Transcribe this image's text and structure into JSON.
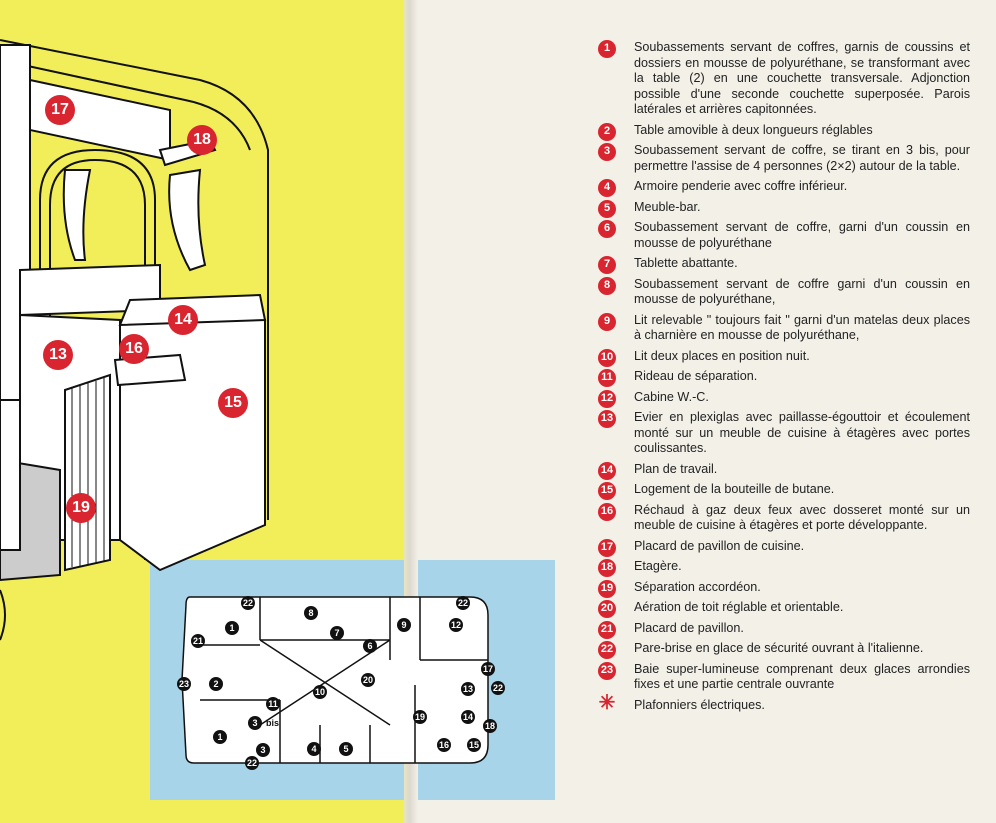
{
  "callouts": [
    {
      "n": "17"
    },
    {
      "n": "18"
    },
    {
      "n": "13"
    },
    {
      "n": "16"
    },
    {
      "n": "14"
    },
    {
      "n": "15"
    },
    {
      "n": "19"
    }
  ],
  "plan_labels": {
    "bis": "bis",
    "nums": [
      "22",
      "8",
      "7",
      "6",
      "9",
      "12",
      "22",
      "21",
      "1",
      "2",
      "10",
      "20",
      "17",
      "23",
      "13",
      "22",
      "3",
      "11",
      "19",
      "14",
      "1",
      "3",
      "4",
      "5",
      "16",
      "15",
      "18",
      "22"
    ]
  },
  "legend": [
    {
      "num": "1",
      "text": "Soubassements servant de coffres, garnis de coussins et dossiers en mousse de polyuréthane, se transformant avec la table (2) en une couchette transversale. Adjonction possible d'une seconde couchette superposée. Parois latérales et arrières capitonnées."
    },
    {
      "num": "2",
      "text": "Table amovible à deux longueurs réglables"
    },
    {
      "num": "3",
      "text": "Soubassement servant de coffre, se tirant en 3 bis, pour permettre l'assise de 4 personnes (2×2) autour de la table."
    },
    {
      "num": "4",
      "text": "Armoire penderie avec coffre inférieur."
    },
    {
      "num": "5",
      "text": "Meuble-bar."
    },
    {
      "num": "6",
      "text": "Soubassement servant de coffre, garni d'un coussin en mousse de polyuréthane"
    },
    {
      "num": "7",
      "text": "Tablette abattante."
    },
    {
      "num": "8",
      "text": "Soubassement servant de coffre garni d'un coussin en mousse de polyuréthane,"
    },
    {
      "num": "9",
      "text": "Lit relevable \" toujours fait \" garni d'un matelas deux places à charnière en mousse de polyuréthane,"
    },
    {
      "num": "10",
      "text": "Lit deux places en position nuit."
    },
    {
      "num": "11",
      "text": "Rideau de séparation."
    },
    {
      "num": "12",
      "text": "Cabine W.-C."
    },
    {
      "num": "13",
      "text": "Evier en plexiglas avec paillasse-égouttoir et écoulement monté sur un meuble de cuisine à étagères avec portes coulissantes."
    },
    {
      "num": "14",
      "text": "Plan de travail."
    },
    {
      "num": "15",
      "text": "Logement de la bouteille de butane."
    },
    {
      "num": "16",
      "text": "Réchaud à gaz deux feux avec dosseret monté sur un meuble de cuisine à étagères et porte développante."
    },
    {
      "num": "17",
      "text": "Placard de pavillon de cuisine."
    },
    {
      "num": "18",
      "text": "Etagère."
    },
    {
      "num": "19",
      "text": "Séparation accordéon."
    },
    {
      "num": "20",
      "text": "Aération de toit réglable et orientable."
    },
    {
      "num": "21",
      "text": "Placard de pavillon."
    },
    {
      "num": "22",
      "text": "Pare-brise en glace de sécurité ouvrant à l'italienne."
    },
    {
      "num": "23",
      "text": "Baie super-lumineuse comprenant deux glaces arrondies fixes et une partie centrale ouvrante"
    },
    {
      "num": "✳",
      "text": "Plafonniers électriques."
    }
  ]
}
